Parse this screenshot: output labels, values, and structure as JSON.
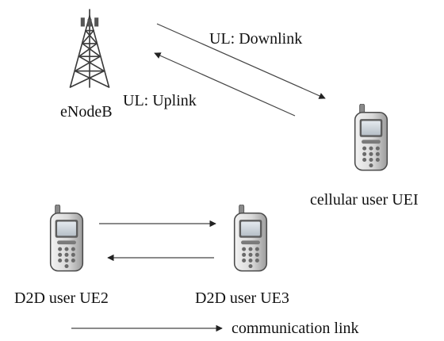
{
  "nodes": {
    "enodeb": {
      "label": "eNodeB"
    },
    "cellular_user": {
      "label": "cellular user UEI"
    },
    "d2d_ue2": {
      "label": "D2D user UE2"
    },
    "d2d_ue3": {
      "label": "D2D user UE3"
    }
  },
  "links": {
    "downlink_label": "UL: Downlink",
    "uplink_label": "UL: Uplink"
  },
  "legend": {
    "label": "communication link"
  },
  "icons": {
    "tower": "cell-tower-icon",
    "phone": "mobile-phone-icon"
  },
  "colors": {
    "line": "#444444",
    "phone_body_light": "#e2e2e2",
    "phone_body_dark": "#9a9a9a",
    "screen": "#cfd6dc"
  }
}
